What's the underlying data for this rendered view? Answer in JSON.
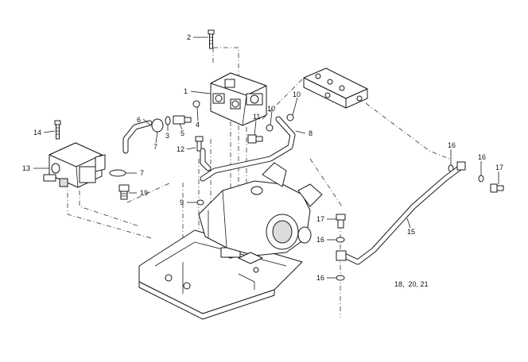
{
  "callouts": {
    "c1": "1",
    "c2": "2",
    "c3": "3",
    "c4": "4",
    "c5": "5",
    "c6": "6",
    "c7a": "7",
    "c7b": "7",
    "c8": "8",
    "c9": "9",
    "c10a": "10",
    "c10b": "10",
    "c11": "11",
    "c12": "12",
    "c13": "13",
    "c14": "14",
    "c15": "15",
    "c16a": "16",
    "c16b": "16",
    "c16c": "16",
    "c16d": "16",
    "c17a": "17",
    "c17b": "17",
    "c19": "19"
  },
  "note": "18,  20, 21"
}
